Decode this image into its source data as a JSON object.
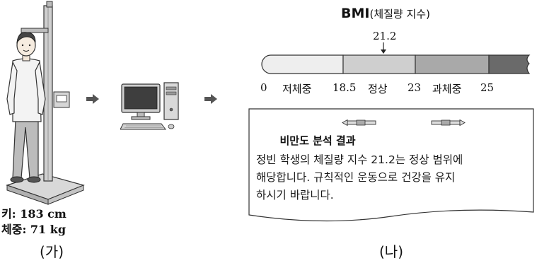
{
  "part_a": {
    "height_text": "키: 183 cm",
    "weight_text": "체중: 71 kg",
    "caption": "(가)"
  },
  "part_b": {
    "title_main": "BMI",
    "title_sub": "(체질량 지수)",
    "marker_value": "21.2",
    "bar_labels": [
      "0",
      "저체중",
      "18.5",
      "정상",
      "23",
      "과체중",
      "25"
    ],
    "report_title": "비만도 분석 결과",
    "report_lines": [
      "정빈 학생의 체질량 지수 21.2는 정상 범위에",
      "해당합니다. 규칙적인 운동으로 건강을 유지",
      "하시기 바랍니다."
    ],
    "caption": "(나)"
  },
  "colors": {
    "under": "#eeeeee",
    "normal": "#cfcfcf",
    "over": "#a9a9a9",
    "obese": "#6a6a6a",
    "arrow": "#555555"
  }
}
